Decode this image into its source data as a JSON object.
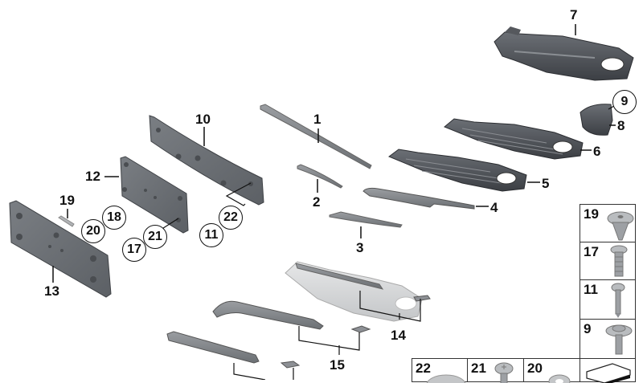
{
  "diagram": {
    "type": "exploded-parts-diagram",
    "subject": "front bumper trim, grilles and license plate bases",
    "callouts": [
      {
        "id": "1",
        "label": "1",
        "style": "plain"
      },
      {
        "id": "2",
        "label": "2",
        "style": "plain"
      },
      {
        "id": "3",
        "label": "3",
        "style": "plain"
      },
      {
        "id": "4",
        "label": "4",
        "style": "plain"
      },
      {
        "id": "5",
        "label": "5",
        "style": "plain"
      },
      {
        "id": "6",
        "label": "6",
        "style": "plain"
      },
      {
        "id": "7",
        "label": "7",
        "style": "plain"
      },
      {
        "id": "8",
        "label": "8",
        "style": "plain"
      },
      {
        "id": "9",
        "label": "9",
        "style": "circled"
      },
      {
        "id": "10",
        "label": "10",
        "style": "plain"
      },
      {
        "id": "11",
        "label": "11",
        "style": "circled"
      },
      {
        "id": "12",
        "label": "12",
        "style": "plain"
      },
      {
        "id": "13",
        "label": "13",
        "style": "plain"
      },
      {
        "id": "14",
        "label": "14",
        "style": "plain"
      },
      {
        "id": "15",
        "label": "15",
        "style": "plain"
      },
      {
        "id": "17",
        "label": "17",
        "style": "circled"
      },
      {
        "id": "18",
        "label": "18",
        "style": "plain"
      },
      {
        "id": "19",
        "label": "19",
        "style": "circled"
      },
      {
        "id": "20",
        "label": "20",
        "style": "circled"
      },
      {
        "id": "21",
        "label": "21",
        "style": "circled"
      },
      {
        "id": "22",
        "label": "22",
        "style": "circled"
      }
    ],
    "fastener_panel": {
      "column": [
        "19",
        "17",
        "11",
        "9"
      ],
      "bottom_row": [
        "22",
        "21",
        "20"
      ]
    },
    "colors": {
      "background": "#ffffff",
      "part_dark": "#4a4d52",
      "part_mid": "#6f7378",
      "part_light": "#d4d6d8",
      "text": "#111111"
    }
  }
}
